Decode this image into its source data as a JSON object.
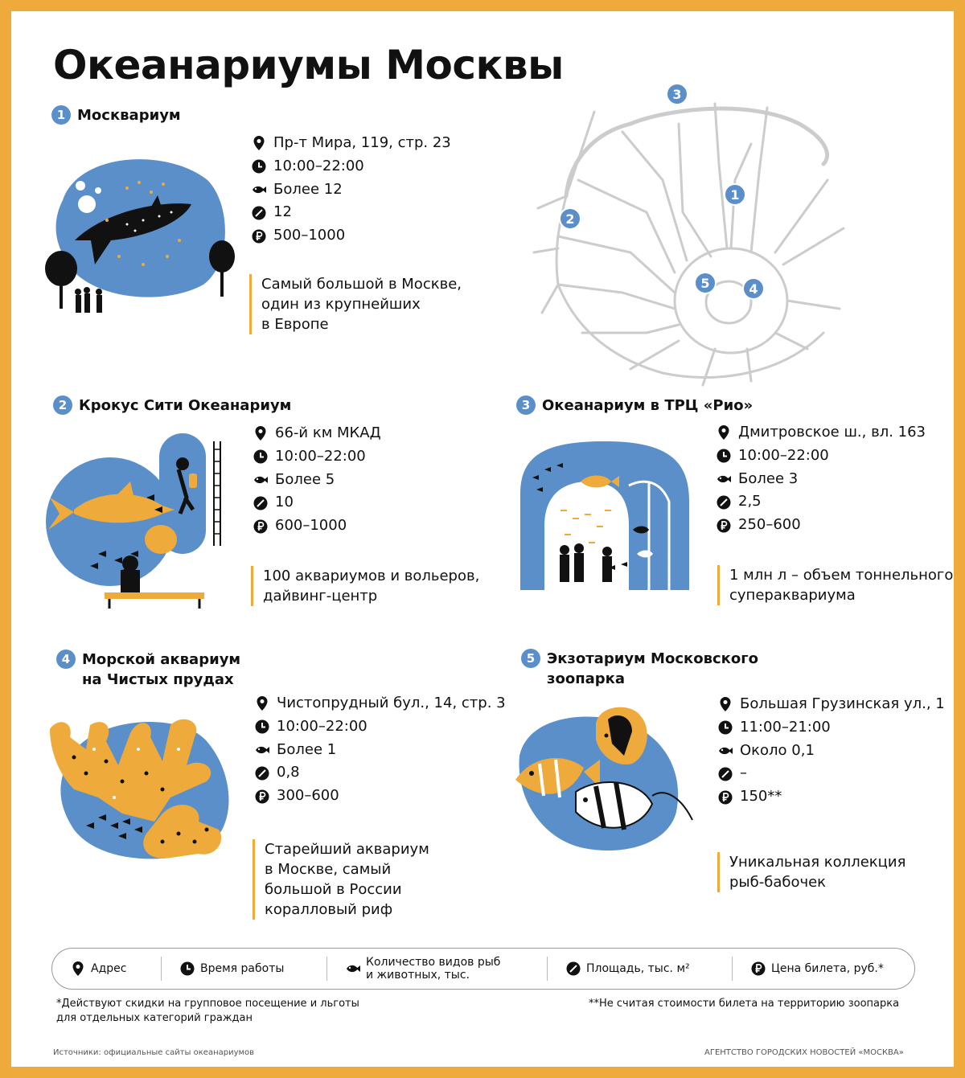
{
  "title": "Океанариумы Москвы",
  "colors": {
    "accent": "#eeab3c",
    "blue": "#5b8fc9",
    "road": "#cccccc"
  },
  "sections": [
    {
      "number": "1",
      "name": "Москвариум",
      "address": "Пр-т Мира, 119, стр. 23",
      "hours": "10:00–22:00",
      "species": "Более 12",
      "area": "12",
      "price": "500–1000",
      "note": [
        "Самый большой в Москве,",
        "один из крупнейших",
        "в Европе"
      ]
    },
    {
      "number": "2",
      "name": "Крокус Сити Океанариум",
      "address": "66-й км МКАД",
      "hours": "10:00–22:00",
      "species": "Более 5",
      "area": "10",
      "price": "600–1000",
      "note": [
        "100 аквариумов и вольеров,",
        "дайвинг-центр"
      ]
    },
    {
      "number": "3",
      "name": "Океанариум в ТРЦ «Рио»",
      "address": "Дмитровское ш., вл. 163",
      "hours": "10:00–22:00",
      "species": "Более 3",
      "area": "2,5",
      "price": "250–600",
      "note": [
        "1 млн л – объем тоннельного",
        "супераквариума"
      ]
    },
    {
      "number": "4",
      "name": [
        "Морской аквариум",
        "на Чистых прудах"
      ],
      "address": "Чистопрудный бул., 14, стр. 3",
      "hours": "10:00–22:00",
      "species": "Более 1",
      "area": "0,8",
      "price": "300–600",
      "note": [
        "Старейший аквариум",
        "в Москве, самый",
        "большой в России",
        "коралловый риф"
      ]
    },
    {
      "number": "5",
      "name": [
        "Экзотариум Московского",
        "зоопарка"
      ],
      "address": "Большая Грузинская ул., 1",
      "hours": "11:00–21:00",
      "species": "Около 0,1",
      "area": "–",
      "price": "150**",
      "note": [
        "Уникальная коллекция",
        "рыб-бабочек"
      ]
    }
  ],
  "map_markers": [
    "1",
    "2",
    "3",
    "4",
    "5"
  ],
  "legend": {
    "address": "Адрес",
    "hours": "Время работы",
    "species": [
      "Количество видов рыб",
      "и животных, тыс."
    ],
    "area": "Площадь, тыс. м²",
    "price": "Цена билета, руб.*"
  },
  "footnote1": [
    "*Действуют скидки на групповое посещение и льготы",
    "для отдельных категорий граждан"
  ],
  "footnote2": "**Не считая стоимости билета на территорию зоопарка",
  "sources": "Источники: официальные сайты океанариумов",
  "agency": "АГЕНТСТВО ГОРОДСКИХ НОВОСТЕЙ «МОСКВА»"
}
